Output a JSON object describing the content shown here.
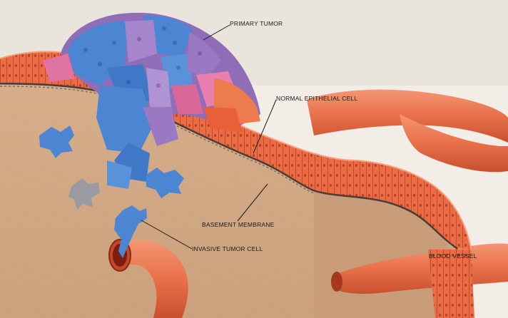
{
  "labels": {
    "primary_tumor": "PRIMARY TUMOR",
    "normal_epithelial_cell": "NORMAL EPITHELIAL CELL",
    "basement_membrane": "BASEMENT MEMBRANE",
    "invasive_tumor_cell": "INVASIVE TUMOR CELL",
    "blood_vessel": "BLOOD VESSEL"
  },
  "colors": {
    "stroma": "#cba27f",
    "epithelium": "#e46a45",
    "membrane": "#4a3c36",
    "tumor_blue": "#4c86d2",
    "tumor_purple": "#9d7bc4",
    "tumor_pink": "#e173a4",
    "vessel": "#ea7b55"
  }
}
